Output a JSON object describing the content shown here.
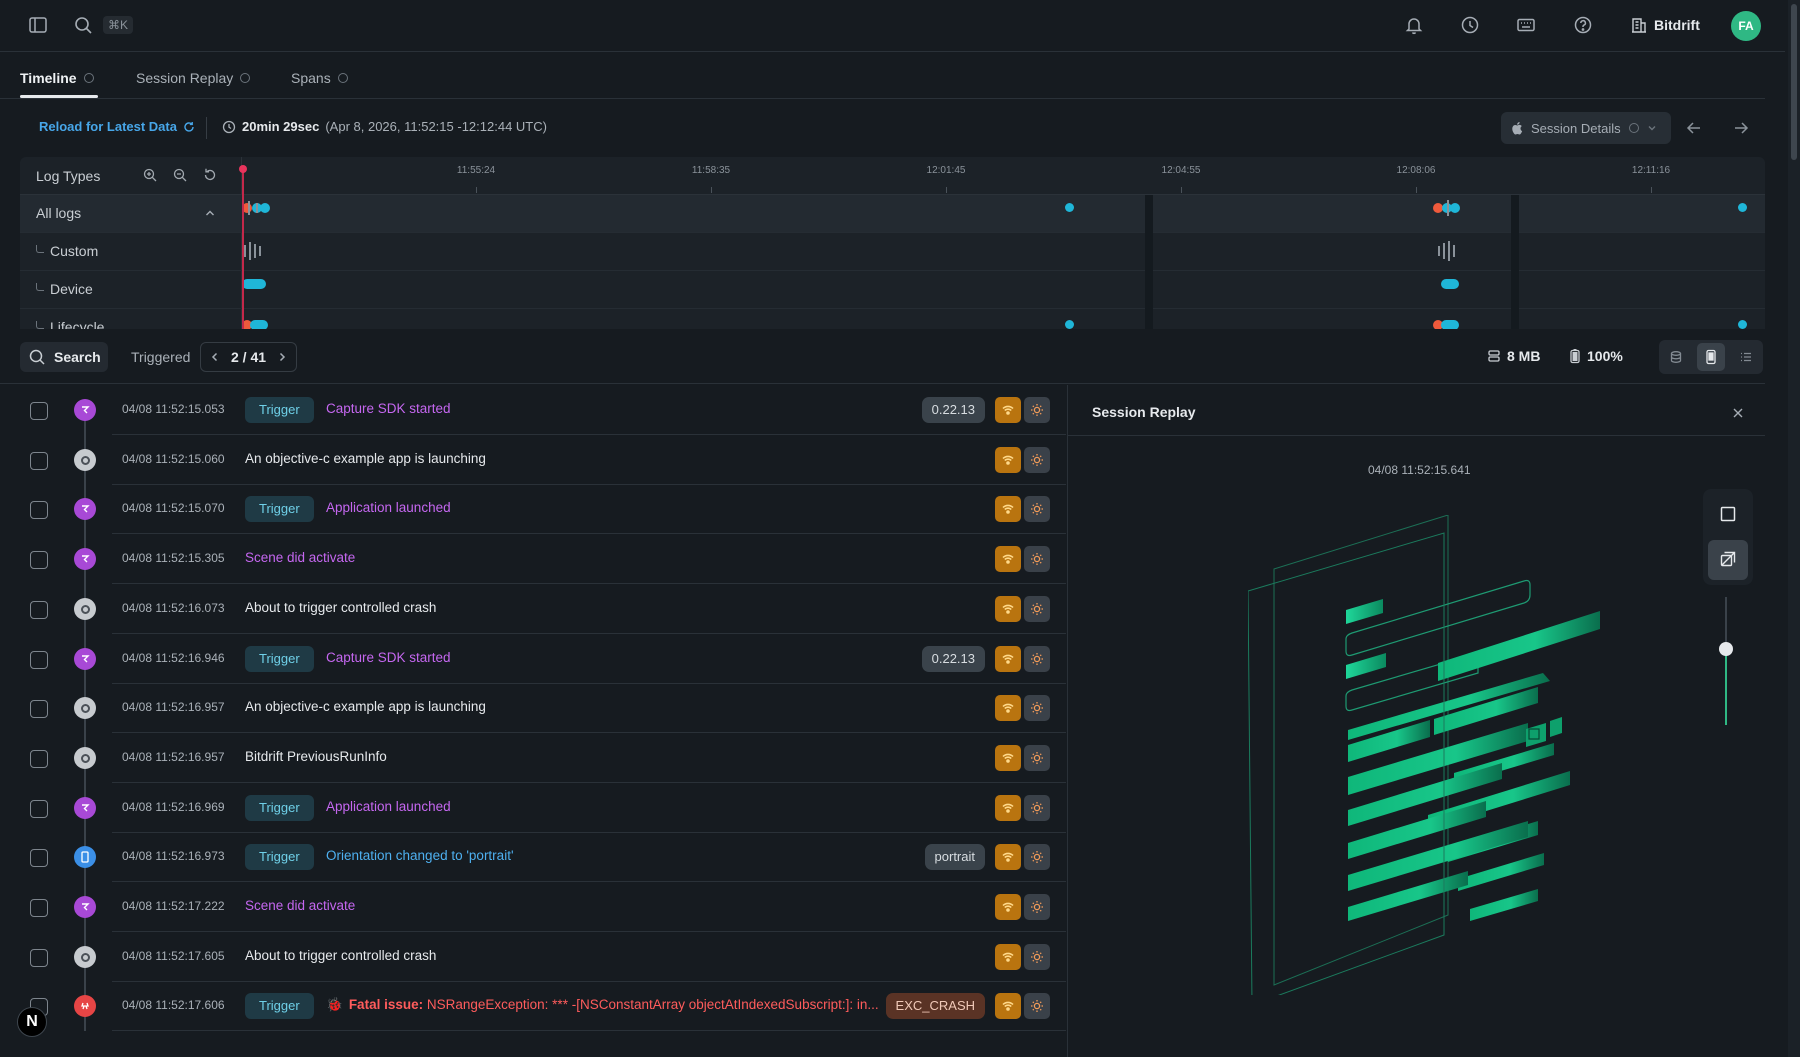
{
  "header": {
    "search_shortcut": "⌘K",
    "org_name": "Bitdrift",
    "avatar_initials": "FA",
    "icons": [
      "sidebar-toggle-icon",
      "search-icon",
      "bell-icon",
      "clock-icon",
      "keyboard-icon",
      "help-icon",
      "building-icon"
    ]
  },
  "tabs": [
    {
      "label": "Timeline",
      "active": true
    },
    {
      "label": "Session Replay",
      "active": false
    },
    {
      "label": "Spans",
      "active": false
    }
  ],
  "infobar": {
    "reload_label": "Reload for Latest Data",
    "duration": "20min 29sec",
    "range": "(Apr 8, 2026, 11:52:15 -12:12:44 UTC)",
    "session_details_label": "Session Details"
  },
  "timeline": {
    "title": "Log Types",
    "ticks": [
      "11:55:24",
      "11:58:35",
      "12:01:45",
      "12:04:55",
      "12:08:06",
      "12:11:16"
    ],
    "rows": [
      "All logs",
      "Custom",
      "Device",
      "Lifecycle"
    ]
  },
  "toolbar": {
    "search_label": "Search",
    "triggered_label": "Triggered",
    "pager": "2 / 41",
    "storage": "8 MB",
    "battery": "100%"
  },
  "logs": [
    {
      "ts": "04/08 11:52:15.053",
      "icon": "purple",
      "trigger": true,
      "message": "Capture SDK started",
      "color": "purple",
      "badge": "0.22.13"
    },
    {
      "ts": "04/08 11:52:15.060",
      "icon": "gray",
      "trigger": false,
      "message": "An objective-c example app is launching",
      "color": "white",
      "badge": ""
    },
    {
      "ts": "04/08 11:52:15.070",
      "icon": "purple",
      "trigger": true,
      "message": "Application launched",
      "color": "purple",
      "badge": ""
    },
    {
      "ts": "04/08 11:52:15.305",
      "icon": "purple",
      "trigger": false,
      "message": "Scene did activate",
      "color": "purple",
      "badge": ""
    },
    {
      "ts": "04/08 11:52:16.073",
      "icon": "gray",
      "trigger": false,
      "message": "About to trigger controlled crash",
      "color": "white",
      "badge": ""
    },
    {
      "ts": "04/08 11:52:16.946",
      "icon": "purple",
      "trigger": true,
      "message": "Capture SDK started",
      "color": "purple",
      "badge": "0.22.13"
    },
    {
      "ts": "04/08 11:52:16.957",
      "icon": "gray",
      "trigger": false,
      "message": "An objective-c example app is launching",
      "color": "white",
      "badge": ""
    },
    {
      "ts": "04/08 11:52:16.957",
      "icon": "gray",
      "trigger": false,
      "message": "Bitdrift PreviousRunInfo",
      "color": "white",
      "badge": ""
    },
    {
      "ts": "04/08 11:52:16.969",
      "icon": "purple",
      "trigger": true,
      "message": "Application launched",
      "color": "purple",
      "badge": ""
    },
    {
      "ts": "04/08 11:52:16.973",
      "icon": "blue",
      "trigger": true,
      "message": "Orientation changed to 'portrait'",
      "color": "blue",
      "badge": "portrait"
    },
    {
      "ts": "04/08 11:52:17.222",
      "icon": "purple",
      "trigger": false,
      "message": "Scene did activate",
      "color": "purple",
      "badge": ""
    },
    {
      "ts": "04/08 11:52:17.605",
      "icon": "gray",
      "trigger": false,
      "message": "About to trigger controlled crash",
      "color": "white",
      "badge": ""
    },
    {
      "ts": "04/08 11:52:17.606",
      "icon": "red",
      "trigger": true,
      "fatal_prefix": "Fatal issue:",
      "message": "NSRangeException: *** -[NSConstantArray objectAtIndexedSubscript:]: in...",
      "color": "red",
      "badge": "EXC_CRASH"
    }
  ],
  "trigger_label": "Trigger",
  "replay": {
    "title": "Session Replay",
    "timestamp": "04/08 11:52:15.641",
    "zoom_level": 0.6
  },
  "nextjs_badge": "N"
}
